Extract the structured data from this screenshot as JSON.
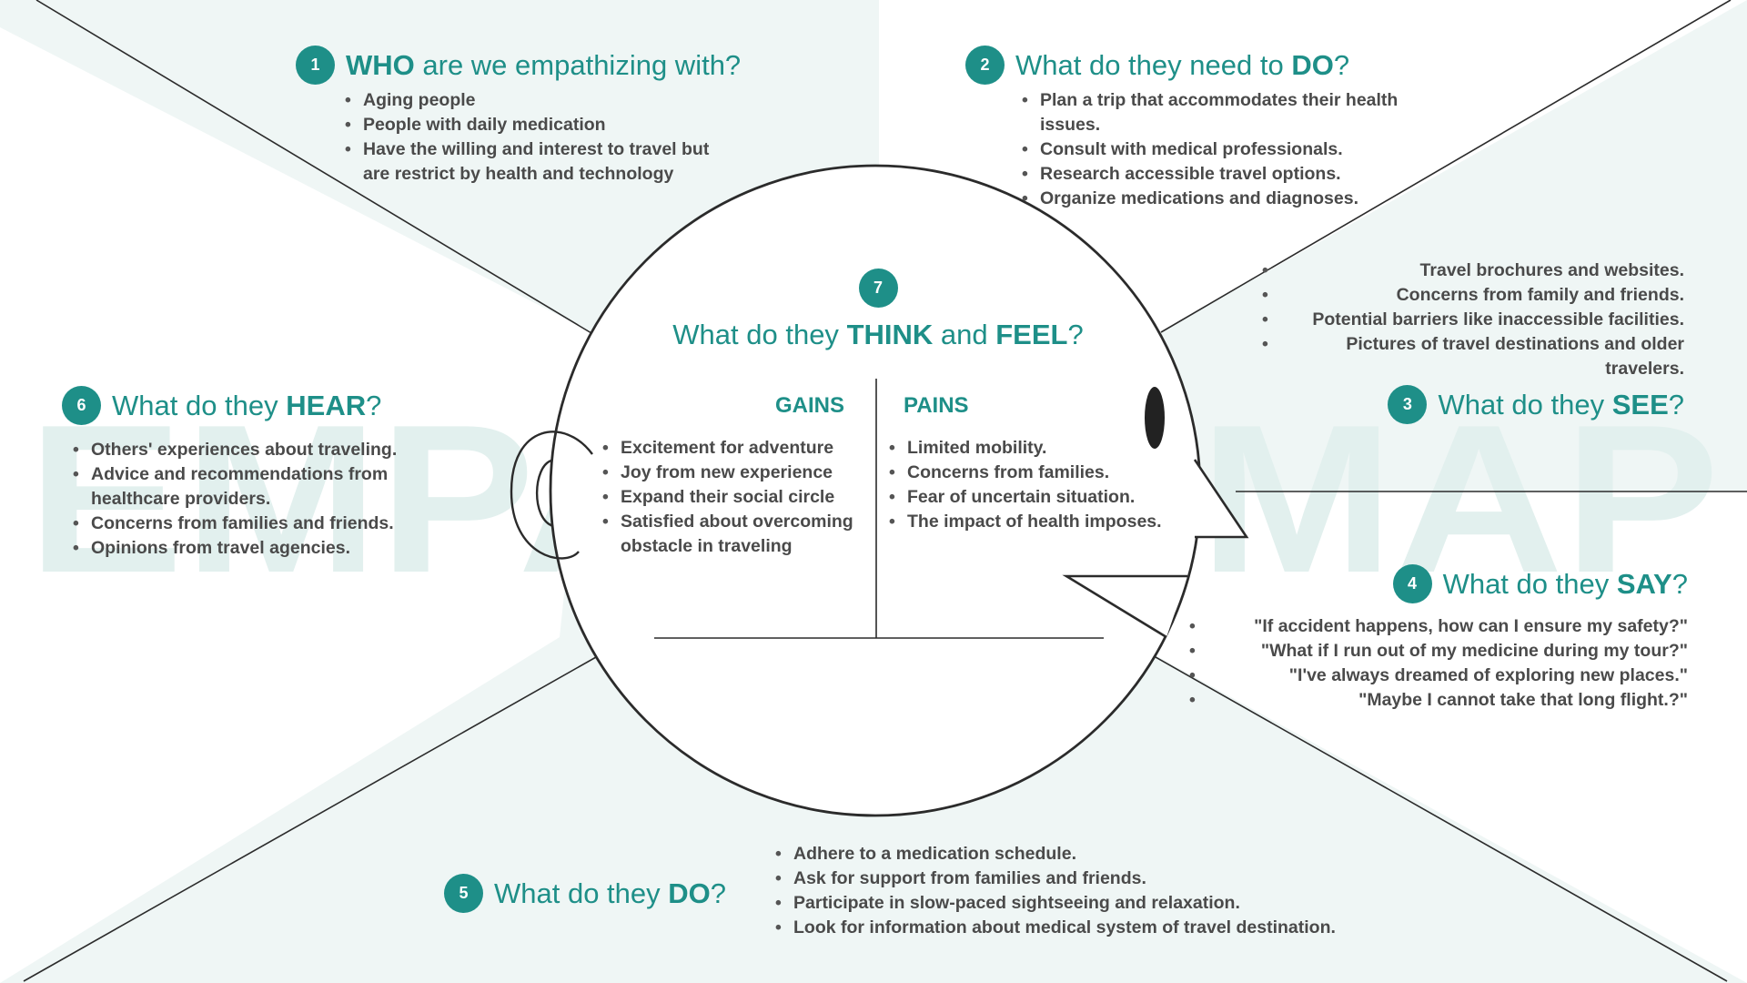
{
  "watermark": "EMPATHY MAP",
  "colors": {
    "accent": "#1e8f88",
    "panel_bg": "#eff6f5",
    "watermark": "#e2f0ee",
    "line": "#2b2b2b",
    "text": "#4a4a4a"
  },
  "who": {
    "number": "1",
    "title_bold": "WHO",
    "title_rest": " are we empathizing with?",
    "items": [
      "Aging people",
      "People with daily medication",
      "Have the willing and interest to travel but are restrict by health and technology"
    ]
  },
  "need_to_do": {
    "number": "2",
    "title_pre": "What do they need to ",
    "title_bold": "DO",
    "title_post": "?",
    "items": [
      "Plan a trip that accommodates their health issues.",
      "Consult with medical professionals.",
      "Research accessible travel options.",
      "Organize medications and diagnoses."
    ]
  },
  "see": {
    "number": "3",
    "title_pre": "What do they ",
    "title_bold": "SEE",
    "title_post": "?",
    "items": [
      "Travel brochures and websites.",
      "Concerns from family and friends.",
      "Potential barriers like inaccessible facilities.",
      "Pictures of travel destinations and older travelers."
    ]
  },
  "say": {
    "number": "4",
    "title_pre": "What do they ",
    "title_bold": "SAY",
    "title_post": "?",
    "items": [
      "\"If accident happens, how can I ensure my safety?\"",
      "\"What if I run out of my medicine during my tour?\"",
      "\"I've always dreamed of exploring new places.\"",
      "\"Maybe I cannot take that long flight.?\""
    ]
  },
  "do": {
    "number": "5",
    "title_pre": "What do they ",
    "title_bold": "DO",
    "title_post": "?",
    "items": [
      "Adhere to a medication schedule.",
      "Ask for support from families and friends.",
      "Participate in slow-paced sightseeing and relaxation.",
      "Look for information about medical system of travel destination."
    ]
  },
  "hear": {
    "number": "6",
    "title_pre": "What do they ",
    "title_bold": "HEAR",
    "title_post": "?",
    "items": [
      "Others' experiences about traveling.",
      "Advice and recommendations from healthcare providers.",
      "Concerns from families and friends.",
      "Opinions from travel agencies."
    ]
  },
  "think_feel": {
    "number": "7",
    "title_pre": "What do they ",
    "title_bold1": "THINK",
    "title_mid": " and ",
    "title_bold2": "FEEL",
    "title_post": "?",
    "gains_title": "GAINS",
    "pains_title": "PAINS",
    "gains": [
      "Excitement for adventure",
      "Joy from new experience",
      "Expand their social circle",
      "Satisfied about overcoming obstacle in traveling"
    ],
    "pains": [
      "Limited mobility.",
      "Concerns from families.",
      "Fear of uncertain situation.",
      "The impact of health imposes."
    ]
  }
}
